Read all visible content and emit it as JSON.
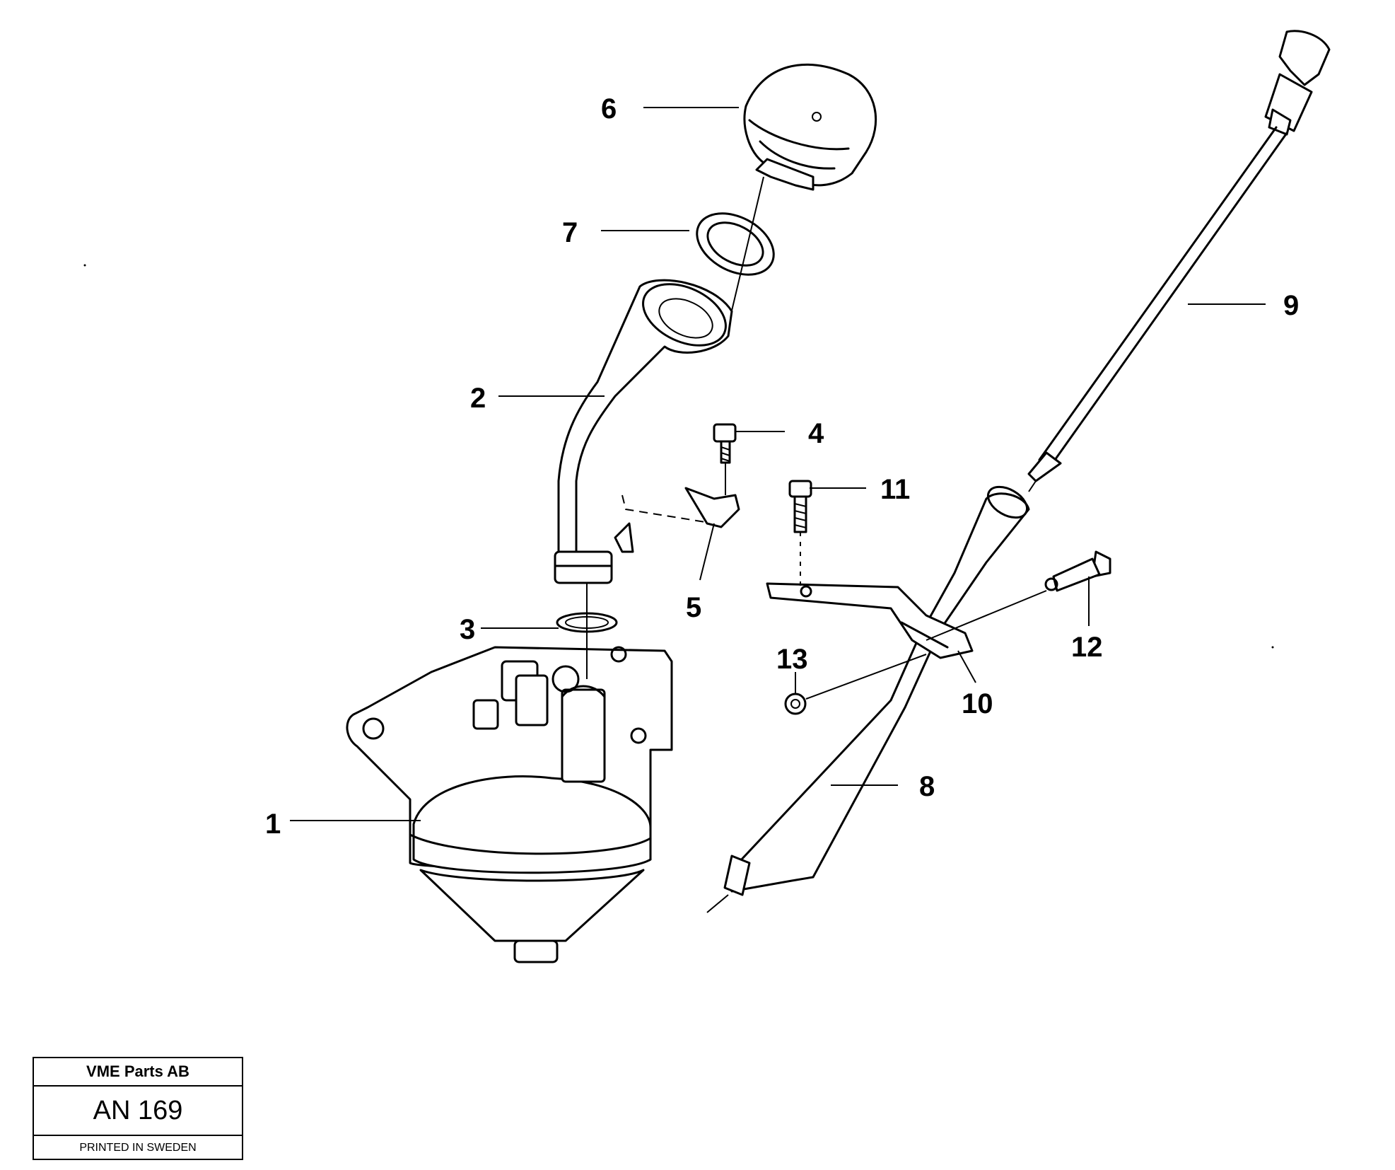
{
  "callouts": {
    "c1": "1",
    "c2": "2",
    "c3": "3",
    "c4": "4",
    "c5": "5",
    "c6": "6",
    "c7": "7",
    "c8": "8",
    "c9": "9",
    "c10": "10",
    "c11": "11",
    "c12": "12",
    "c13": "13"
  },
  "stamp": {
    "company": "VME Parts AB",
    "code": "AN 169",
    "printed": "PRINTED IN SWEDEN"
  }
}
